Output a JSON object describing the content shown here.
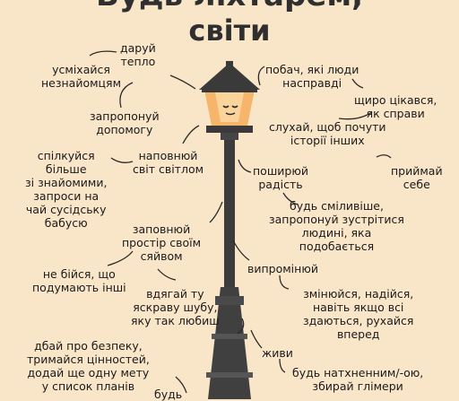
{
  "title": {
    "line1": "Будь ліхтарем,",
    "line2": "світи"
  },
  "notes": [
    "дaруй\nтепло",
    "усміхайся\nнезнайомцям",
    "запропонуй\nдопомогу",
    "побач, які люди\nнасправді",
    "щиро цікався,\nяк справи",
    "слухай, щоб почути\nісторії інших",
    "спілкуйся\nбільше\nзі знайомими,\nзапроси на\nчай сусідську\nбабусю",
    "наповнюй\nсвіт світлом",
    "поширюй\nрадість",
    "приймай\nсебе",
    "будь сміливіше,\nзапропонуй зустрітися\nлюдині, яка\nподобається",
    "заповнюй\nпростір своїм\nсяйвом",
    "не бійся, що\nподумають інші",
    "вдягай ту\nяскраву шубу,\nяку так любиш",
    "випромінюй",
    "змінюйся, надійся,\nнавіть якщо всі\nздаються, рухайся\nвперед",
    "дбай про безпеку,\nтримайся цінностей,\nдодай ще одну мету\nу список планів",
    "живи",
    "будь натхненним/-ою,\nзбирай глімери",
    "будь"
  ]
}
